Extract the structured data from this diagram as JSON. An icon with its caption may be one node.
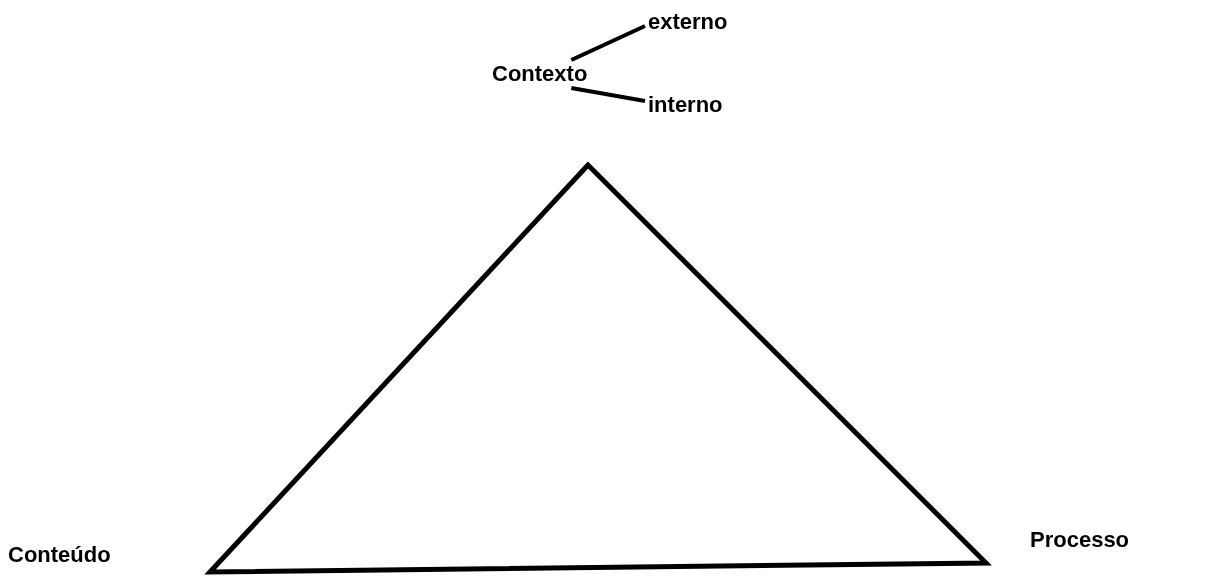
{
  "diagram": {
    "nodes": [
      {
        "text": [
          "Contexto"
        ]
      },
      {
        "text": [
          "externo"
        ]
      },
      {
        "text": [
          "interno"
        ]
      },
      {
        "text": [
          "Conteúdo"
        ]
      },
      {
        "text": [
          "Processo"
        ]
      }
    ],
    "edges": [
      {
        "from": 0,
        "to": 1,
        "arrow": "none"
      },
      {
        "from": 0,
        "to": 2,
        "arrow": "none"
      }
    ]
  }
}
